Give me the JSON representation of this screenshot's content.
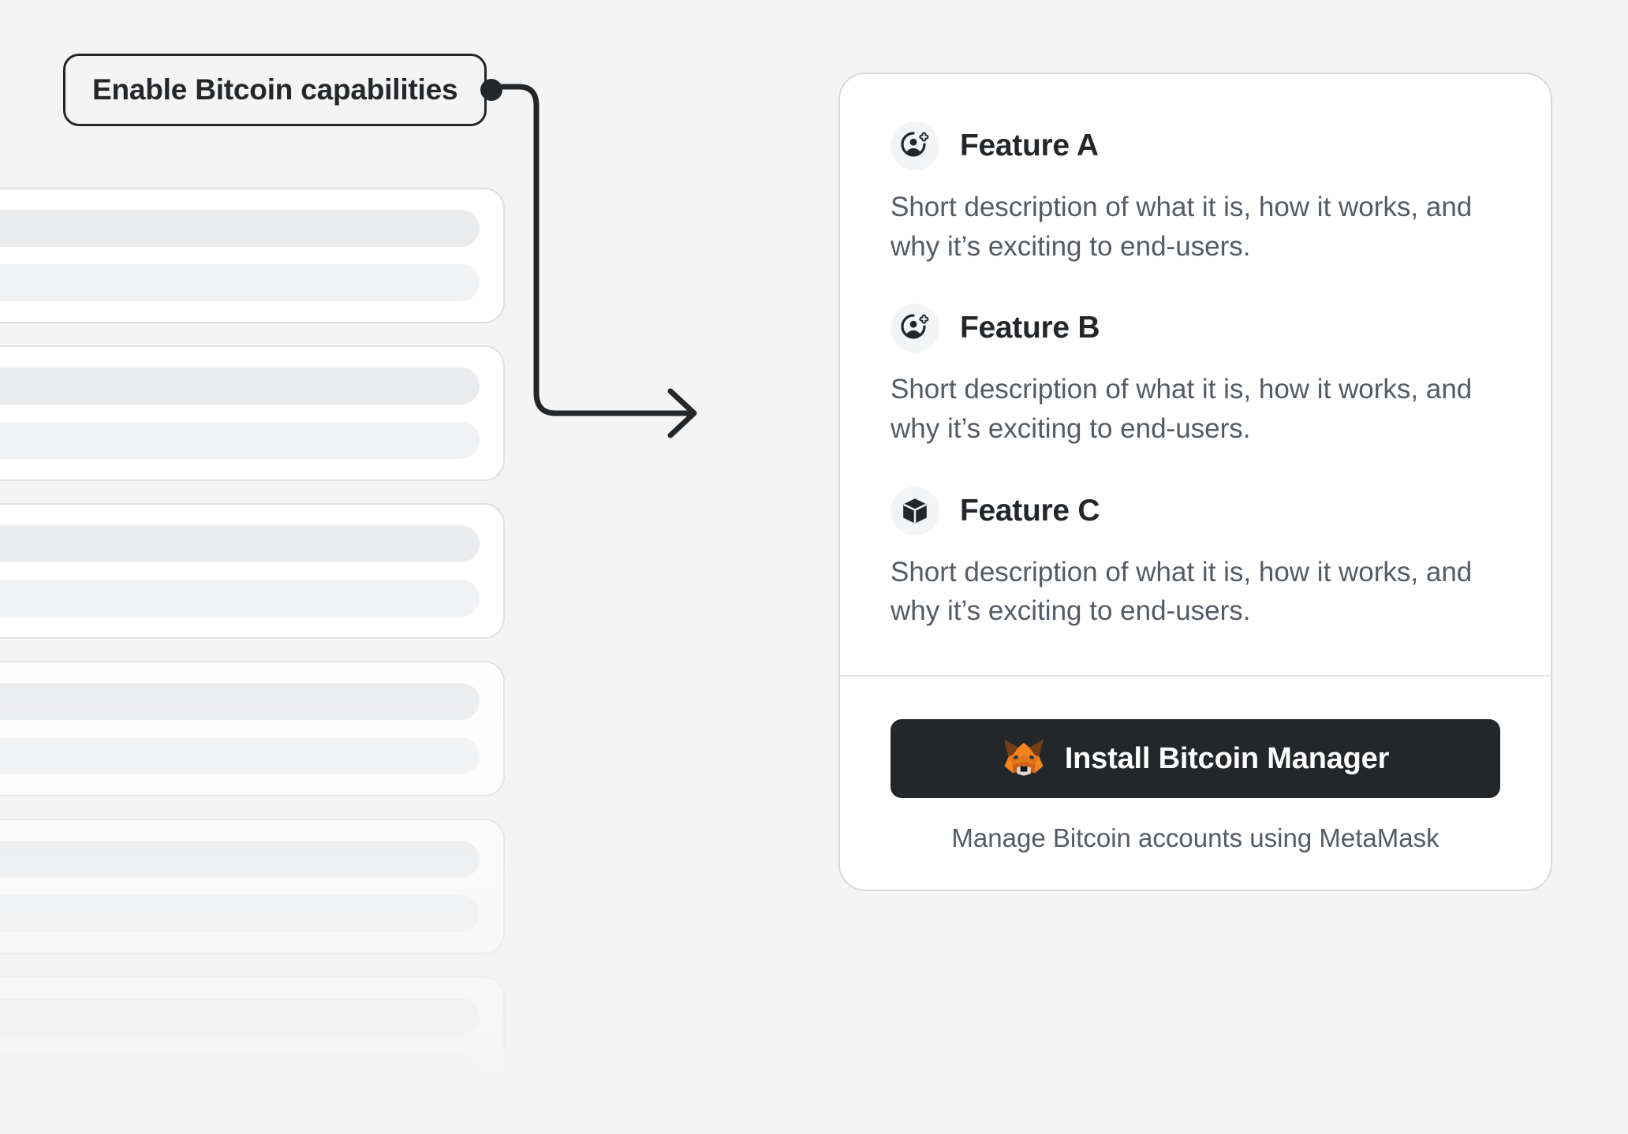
{
  "theme": {
    "background": "#f4f4f4",
    "card_background": "#ffffff",
    "card_border": "#d6d9dc",
    "text_primary": "#24272a",
    "text_secondary": "#555b63",
    "button_background": "#24272a",
    "button_text": "#ffffff",
    "skeleton_bar": "#e9ebed",
    "accent_orange": "#e2761b"
  },
  "annotation": {
    "label": "Enable Bitcoin capabilities",
    "connector_icon": "arrow-right-icon",
    "dot_icon": "connector-dot-icon"
  },
  "skeleton": {
    "card_count": 6
  },
  "card": {
    "features": [
      {
        "icon": "account-add-icon",
        "title": "Feature A",
        "description": "Short description of what it is, how it works, and why it’s exciting to end-users."
      },
      {
        "icon": "account-add-icon",
        "title": "Feature B",
        "description": "Short description of what it is, how it works, and why it’s exciting to end-users."
      },
      {
        "icon": "cube-icon",
        "title": "Feature C",
        "description": "Short description of what it is, how it works, and why it’s exciting to end-users."
      }
    ],
    "footer": {
      "install_button_label": "Install Bitcoin Manager",
      "install_button_icon": "metamask-fox-icon",
      "caption": "Manage Bitcoin accounts using MetaMask"
    }
  }
}
